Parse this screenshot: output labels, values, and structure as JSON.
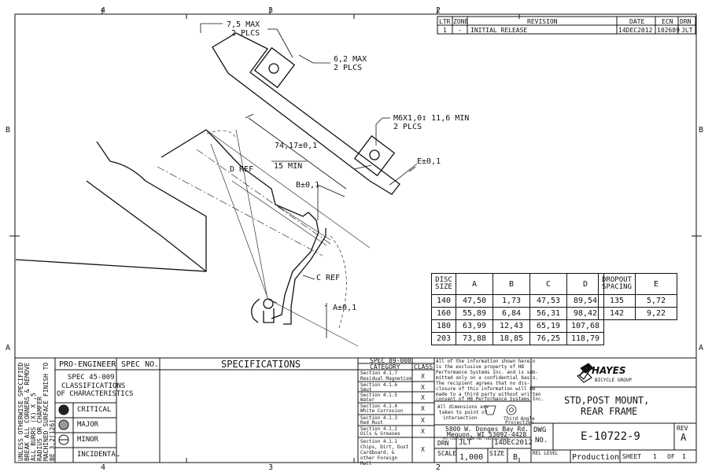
{
  "border_zones": {
    "top": [
      "4",
      "3",
      "2"
    ],
    "bottom": [
      "4",
      "3",
      "2"
    ],
    "left": [
      "B",
      "A"
    ],
    "right": [
      "B",
      "A"
    ]
  },
  "revision_block": {
    "headers": [
      "LTR",
      "ZONE",
      "REVISION",
      "DATE",
      "ECN",
      "DRN"
    ],
    "row": [
      "1",
      "-",
      "INITIAL RELEASE",
      "14DEC2012",
      "102689",
      "JLT"
    ]
  },
  "dimensions": {
    "max_7_5": "7,5 MAX",
    "plcs_2a": "2 PLCS",
    "max_6_2": "6,2 MAX",
    "plcs_2b": "2 PLCS",
    "thread": "M6X1,0↧ 11,6 MIN",
    "plcs_2c": "2 PLCS",
    "dim_74": "74,17±0,1",
    "min_15": "15 MIN",
    "d_ref": "D REF",
    "b_tol": "B±0,1",
    "e_tol": "E±0,1",
    "c_ref": "C REF",
    "a_tol": "A±0,1"
  },
  "disc_table": {
    "headers": [
      "DISC SIZE",
      "A",
      "B",
      "C",
      "D"
    ],
    "rows": [
      [
        "140",
        "47,50",
        "1,73",
        "47,53",
        "89,54"
      ],
      [
        "160",
        "55,89",
        "6,84",
        "56,31",
        "98,42"
      ],
      [
        "180",
        "63,99",
        "12,43",
        "65,19",
        "107,68"
      ],
      [
        "203",
        "73,88",
        "18,85",
        "76,25",
        "118,79"
      ]
    ]
  },
  "dropout_table": {
    "headers": [
      "DROPOUT SPACING",
      "E"
    ],
    "rows": [
      [
        "135",
        "5,72"
      ],
      [
        "142",
        "9,22"
      ]
    ]
  },
  "title_block": {
    "unless_note": [
      "UNLESS OTHERWISE SPECIFIED",
      "BREAK ALL CORNERS & REMOVE",
      "ALL BURRS (X) X ,5",
      "RADIUS OR CHAMFER",
      "MACHINED SURFACE FINISH TO",
      "BE 3,2[126]"
    ],
    "pro_engineer": "PRO-ENGINEER",
    "spec_no": "SPEC NO.",
    "specifications": "SPECIFICATIONS",
    "spec_45": "SPEC 45-009",
    "classifications": "CLASSIFICATIONS",
    "of_characteristics": "OF CHARACTERISTICS",
    "classes": [
      "CRITICAL",
      "MAJOR",
      "MINOR",
      "INCIDENTAL"
    ],
    "spec_89": "SPEC 89-008",
    "category": "CATEGORY",
    "class": "CLASS",
    "sections": [
      {
        "sec": "Section 4.1.7",
        "desc": "Residual Magnetism",
        "mark": "X"
      },
      {
        "sec": "Section 4.1.6",
        "desc": "Smut",
        "mark": "X"
      },
      {
        "sec": "Section 4.1.5",
        "desc": "Water",
        "mark": "X"
      },
      {
        "sec": "Section 4.1.4",
        "desc": "White Corrosion",
        "mark": "X"
      },
      {
        "sec": "Section 4.1.3",
        "desc": "Red Rust",
        "mark": "X"
      },
      {
        "sec": "Section 4.1.2",
        "desc": "Oils & Greases",
        "mark": "X"
      },
      {
        "sec": "Section 4.1.1",
        "desc": "Chips, Dirt, Dust Cardboard, & other Foreign Matl",
        "mark": "X"
      }
    ],
    "proprietary": [
      "All of the information shown herein",
      "is the exclusive property of HB",
      "Performance Systems Inc. and is sub-",
      "mitted only on a confidential basis.",
      "The recipient agrees that no dis-",
      "closure of this information will be",
      "made to a third party without written",
      "consent of HB Performance Systems Inc."
    ],
    "dims_note": [
      "All dimensions are",
      "taken to point of",
      "intersection"
    ],
    "projection": [
      "Third Angle",
      "Projection"
    ],
    "address": [
      "5800 W. Donges Bay Rd.",
      "Mequon, WI  53092-4428"
    ],
    "phone": "Tel (262)242-4300  Fax (262)242-4329",
    "logo_text": "HAYES",
    "logo_sub": "BICYCLE GROUP",
    "title": [
      "STD,POST MOUNT,",
      "REAR FRAME"
    ],
    "drn_label": "DRN",
    "drn": "JLT",
    "date": "14DEC2012",
    "dwg_no_label": [
      "DWG",
      "NO."
    ],
    "dwg_no": "E-10722-9",
    "rev_label": "REV",
    "rev": "A",
    "scale_label": "SCALE",
    "scale": "1,000",
    "size_label": "SIZE",
    "size": "B",
    "rel_level_label": "REL LEVEL",
    "rel_level": "Production",
    "sheet_label": "SHEET",
    "sheet": "1",
    "of_label": "OF",
    "sheet_total": "1"
  }
}
